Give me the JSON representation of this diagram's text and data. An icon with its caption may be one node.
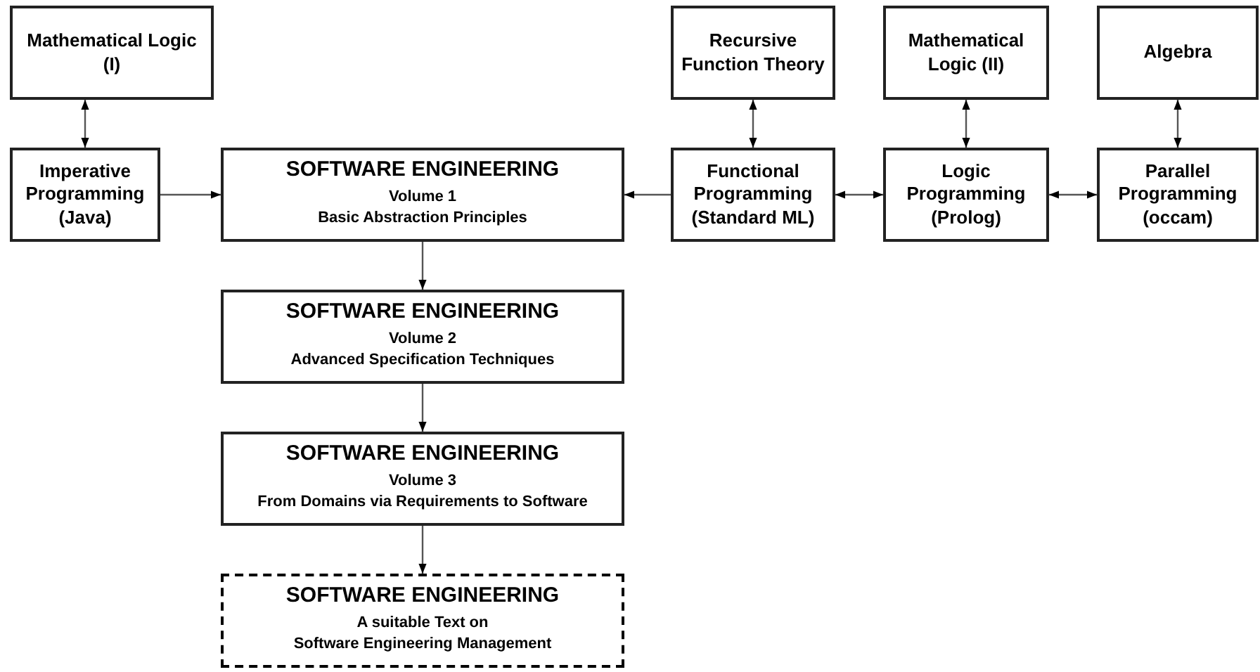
{
  "diagram": {
    "nodes": [
      {
        "text": [
          "Mathematical Logic (I)"
        ]
      },
      {
        "text": [
          "Recursive Function Theory"
        ]
      },
      {
        "text": [
          "Mathematical Logic (II)"
        ]
      },
      {
        "text": [
          "Algebra"
        ]
      },
      {
        "text": [
          "Imperative Programming (Java)"
        ]
      },
      {
        "text": [
          "SOFTWARE ENGINEERING",
          "Volume 1",
          "Basic Abstraction Principles"
        ]
      },
      {
        "text": [
          "Functional Programming (Standard ML)"
        ]
      },
      {
        "text": [
          "Logic Programming (Prolog)"
        ]
      },
      {
        "text": [
          "Parallel Programming (occam)"
        ]
      },
      {
        "text": [
          "SOFTWARE ENGINEERING",
          "Volume 2",
          "Advanced Specification Techniques"
        ]
      },
      {
        "text": [
          "SOFTWARE ENGINEERING",
          "Volume 3",
          "From Domains via Requirements to Software"
        ]
      },
      {
        "text": [
          "SOFTWARE ENGINEERING",
          "A suitable Text on",
          "Software Engineering Management"
        ]
      }
    ],
    "edges": [
      {
        "from": 0,
        "to": 4,
        "arrow": "both"
      },
      {
        "from": 4,
        "to": 5,
        "arrow": "to"
      },
      {
        "from": 6,
        "to": 5,
        "arrow": "to"
      },
      {
        "from": 1,
        "to": 6,
        "arrow": "both"
      },
      {
        "from": 6,
        "to": 7,
        "arrow": "both"
      },
      {
        "from": 2,
        "to": 7,
        "arrow": "both"
      },
      {
        "from": 7,
        "to": 8,
        "arrow": "both"
      },
      {
        "from": 3,
        "to": 8,
        "arrow": "both"
      },
      {
        "from": 5,
        "to": 9,
        "arrow": "to"
      },
      {
        "from": 9,
        "to": 10,
        "arrow": "to"
      },
      {
        "from": 10,
        "to": 11,
        "arrow": "to"
      }
    ]
  }
}
